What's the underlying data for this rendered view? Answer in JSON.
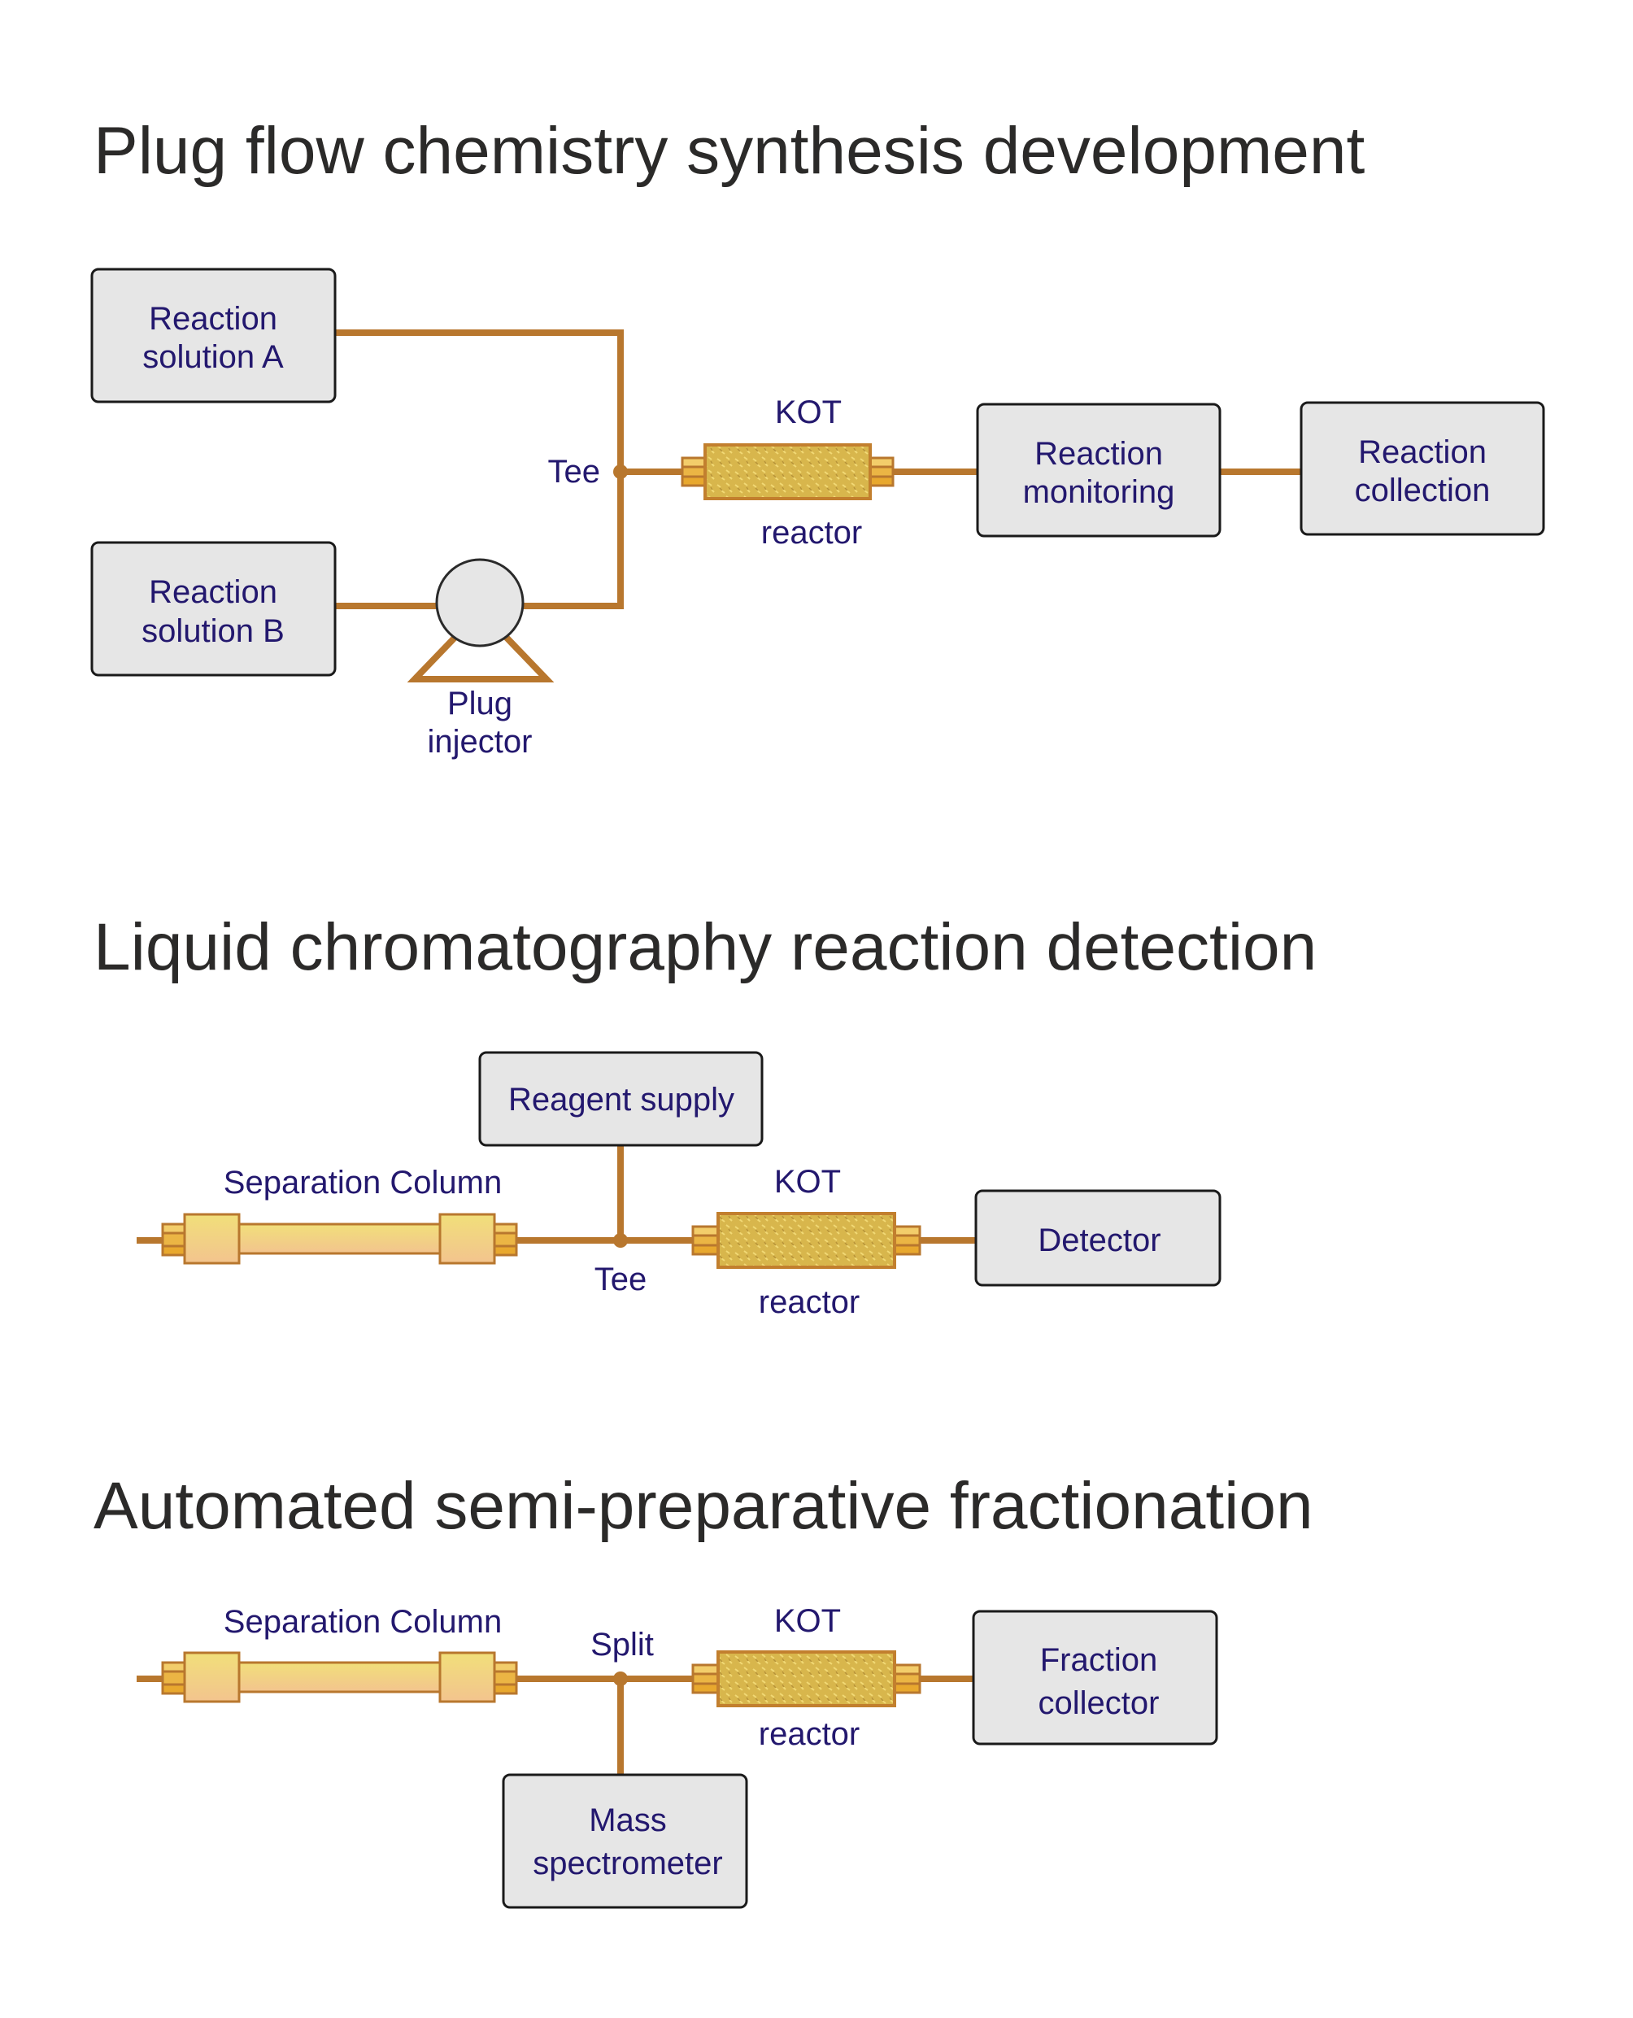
{
  "colors": {
    "pipe": "#b8772e",
    "label_text": "#23186e",
    "title_text": "#2b2a29",
    "box_fill": "#e6e6e6",
    "reactor_fill": "#d9b44a"
  },
  "sections": [
    {
      "title": "Plug flow chemistry synthesis development",
      "boxes": {
        "solution_a": [
          "Reaction",
          "solution A"
        ],
        "solution_b": [
          "Reaction",
          "solution B"
        ],
        "monitoring": [
          "Reaction",
          "monitoring"
        ],
        "collection": [
          "Reaction",
          "collection"
        ]
      },
      "labels": {
        "tee": "Tee",
        "kot": "KOT",
        "reactor": "reactor",
        "plug_injector": [
          "Plug",
          "injector"
        ]
      }
    },
    {
      "title": "Liquid chromatography reaction detection",
      "boxes": {
        "reagent_supply": "Reagent supply",
        "detector": "Detector"
      },
      "labels": {
        "separation_column": "Separation Column",
        "tee": "Tee",
        "kot": "KOT",
        "reactor": "reactor"
      }
    },
    {
      "title": "Automated semi-preparative fractionation",
      "boxes": {
        "fraction_collector": [
          "Fraction",
          "collector"
        ],
        "mass_spectrometer": [
          "Mass",
          "spectrometer"
        ]
      },
      "labels": {
        "separation_column": "Separation Column",
        "split": "Split",
        "kot": "KOT",
        "reactor": "reactor"
      }
    }
  ]
}
